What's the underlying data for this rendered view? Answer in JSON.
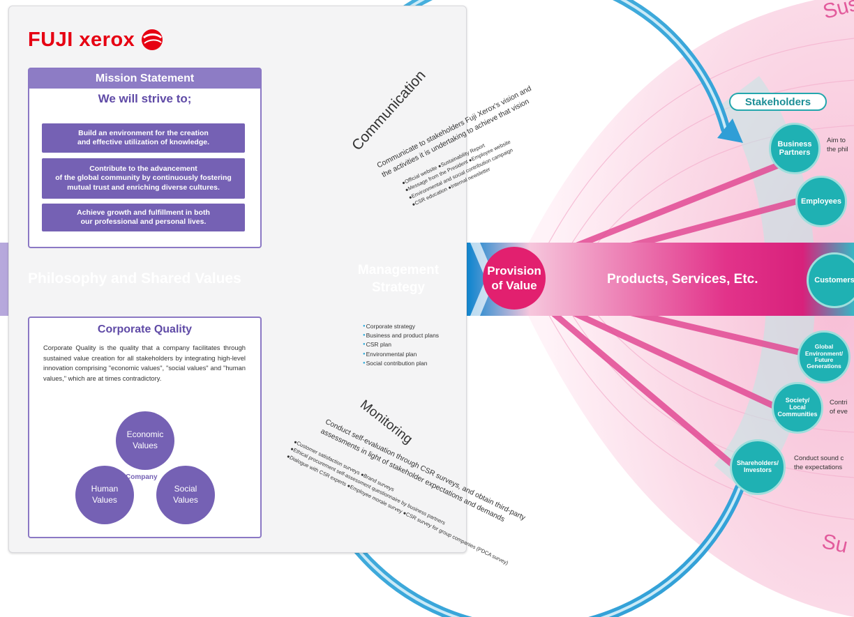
{
  "brand": {
    "name": "FUJI xerox",
    "logo_icon": "fuji-xerox-globe-icon",
    "color": "#e60012"
  },
  "mission": {
    "title": "Mission Statement",
    "subtitle": "We will strive to;",
    "items": [
      {
        "line1": "Build an environment for the creation",
        "line2": "and effective utilization of knowledge.",
        "line3": ""
      },
      {
        "line1": "Contribute to the advancement",
        "line2": "of the global community by continuously fostering",
        "line3": "mutual trust and enriching diverse cultures."
      },
      {
        "line1": "Achieve growth and fulfillment in both",
        "line2": "our professional and personal lives.",
        "line3": ""
      }
    ]
  },
  "corporate_quality": {
    "title": "Corporate Quality",
    "text": "Corporate Quality is the quality that a company facilitates through sustained value creation for all stakeholders by integrating high-level innovation comprising \"economic values\", \"social values\" and \"human values,\" which are at times contradictory.",
    "economic_1": "Economic",
    "economic_2": "Values",
    "human_1": "Human",
    "human_2": "Values",
    "social_1": "Social",
    "social_2": "Values",
    "center": "Company"
  },
  "band": {
    "philosophy": "Philosophy and Shared Values",
    "strategy_1": "Management",
    "strategy_2": "Strategy",
    "provision_1": "Provision",
    "provision_2": "of Value",
    "products": "Products, Services, Etc.",
    "strategy_list": [
      "Corporate strategy",
      "Business and product plans",
      "CSR plan",
      "Environmental plan",
      "Social contribution plan"
    ]
  },
  "communication": {
    "title": "Communication",
    "line1": "Communicate to stakeholders Fuji Xerox's vision and",
    "line2": "the activities it is undertaking to achieve that vision",
    "items_1": "●Official website ●Sustainability Report",
    "items_2": "●Message from the President ●Employee website",
    "items_3": "●Environmental and social contribution campaign",
    "items_4": "●CSR education ●Internal newsletter"
  },
  "monitoring": {
    "title": "Monitoring",
    "line1": "Conduct self-evaluation through CSR surveys, and obtain third-party",
    "line2": "assessments in light of stakeholder expectations and demands",
    "items_1": "●Customer satisfaction surveys ●Brand surveys",
    "items_2": "●Ethical procurement self-assessment questionnaire by business partners",
    "items_3": "●Dialogue with CSR experts ●Employee morale survey ●CSR survey for group companies (PDCA survey)"
  },
  "stakeholders": {
    "title": "Stakeholders",
    "business_1": "Business",
    "business_2": "Partners",
    "employees": "Employees",
    "customers": "Customers",
    "global_1": "Global",
    "global_2": "Environment/",
    "global_3": "Future",
    "global_4": "Generations",
    "society_1": "Society/",
    "society_2": "Local",
    "society_3": "Communities",
    "share_1": "Shareholders/",
    "share_2": "Investors",
    "note_business_1": "Aim to",
    "note_business_2": "the phil",
    "note_society_1": "Contri",
    "note_society_2": "of eve",
    "note_share_1": "Conduct sound c",
    "note_share_2": "the expectations"
  },
  "sustainability": {
    "top": "Sus",
    "bottom": "Su"
  },
  "colors": {
    "purple": "#7561b4",
    "blue": "#2aa8d8",
    "pink": "#e2206f",
    "teal": "#1fb1b3"
  }
}
